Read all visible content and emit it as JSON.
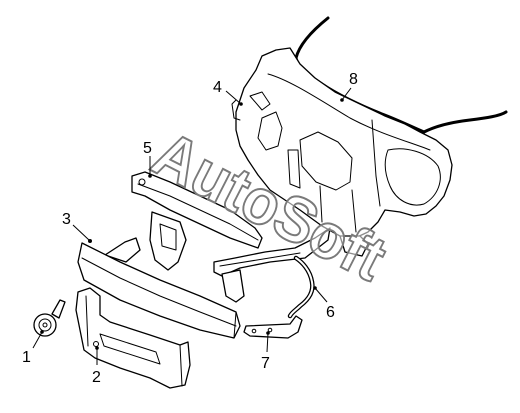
{
  "diagram": {
    "callouts": [
      {
        "label": "1"
      },
      {
        "label": "2"
      },
      {
        "label": "3"
      },
      {
        "label": "4"
      },
      {
        "label": "5"
      },
      {
        "label": "6"
      },
      {
        "label": "7"
      },
      {
        "label": "8"
      }
    ]
  },
  "watermark": {
    "text": "AutoSoft",
    "stroke_color": "#7a7a7a"
  }
}
